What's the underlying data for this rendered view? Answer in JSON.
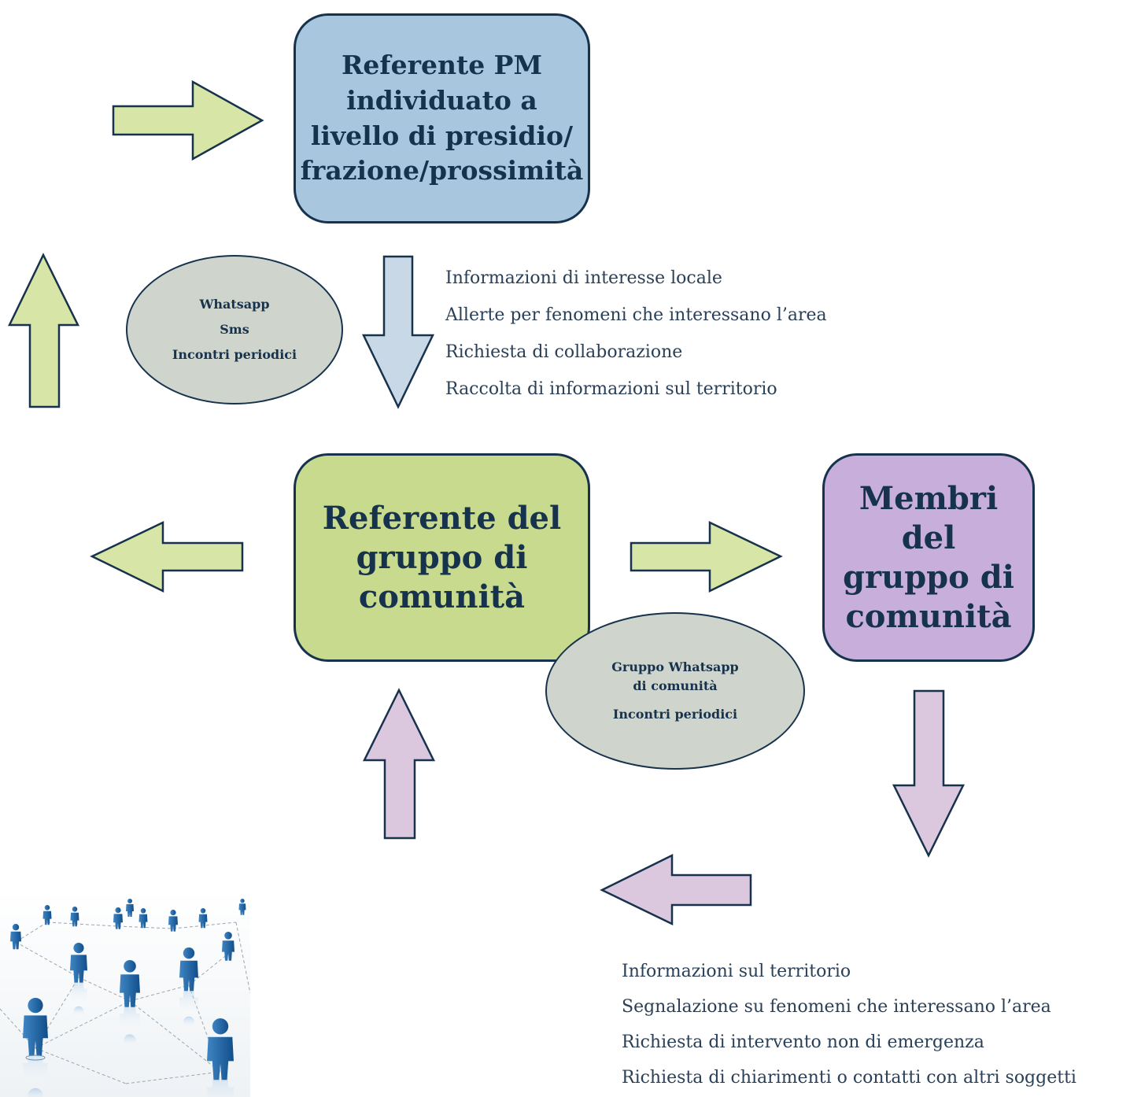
{
  "nodes": {
    "pm_referent": "Referente PM\nindividuato a\nlivello di presidio/\nfrazione/prossimità",
    "group_referent": "Referente del\ngruppo di\ncomunità",
    "group_members": "Membri del\ngruppo di\ncomunità"
  },
  "channels_pm": {
    "items": [
      "Whatsapp",
      "Sms",
      "Incontri periodici"
    ]
  },
  "channels_group": {
    "line1": "Gruppo Whatsapp",
    "line2": "di comunità",
    "line3": "Incontri periodici"
  },
  "info_from_pm": {
    "items": [
      "Informazioni di interesse locale",
      "Allerte per fenomeni che interessano l’area",
      "Richiesta di collaborazione",
      "Raccolta di informazioni sul territorio"
    ]
  },
  "info_from_members": {
    "items": [
      "Informazioni sul territorio",
      "Segnalazione su fenomeni che interessano l’area",
      "Richiesta di intervento non di emergenza",
      "Richiesta di chiarimenti o contatti con altri soggetti"
    ]
  },
  "colors": {
    "pm_box": "#a8c6de",
    "referent_box": "#c7da8d",
    "members_box": "#c7aedb",
    "green_arrow": "#d7e5a6",
    "blue_arrow": "#c9d8e6",
    "purple_arrow": "#dcc8de",
    "ellipse": "#cfd5cc",
    "outline": "#17324d"
  }
}
